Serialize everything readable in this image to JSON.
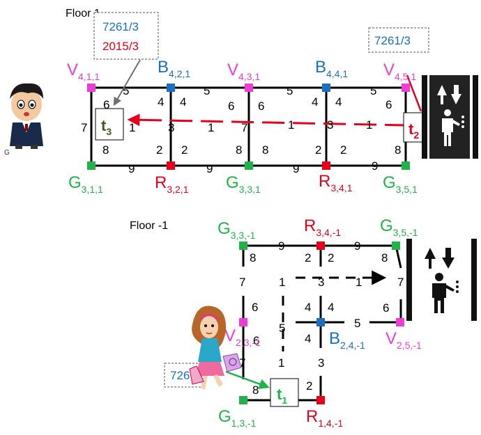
{
  "colors": {
    "V": "#ee3cd6",
    "B": "#1a6fc0",
    "G": "#1fb34a",
    "R": "#e8001a",
    "task1": "#1fb34a",
    "task2": "#e8001a",
    "task3": "#3d5a1e",
    "annot_blue": "#1a6fc0",
    "annot_red": "#e8001a"
  },
  "floors": [
    {
      "label": "Floor 1",
      "nodes": [
        {
          "letter": "V",
          "sub": "4,1,1"
        },
        {
          "letter": "B",
          "sub": "4,2,1"
        },
        {
          "letter": "V",
          "sub": "4,3,1"
        },
        {
          "letter": "B",
          "sub": "4,4,1"
        },
        {
          "letter": "V",
          "sub": "4,5,1"
        },
        {
          "letter": "G",
          "sub": "3,1,1"
        },
        {
          "letter": "R",
          "sub": "3,2,1"
        },
        {
          "letter": "G",
          "sub": "3,3,1"
        },
        {
          "letter": "R",
          "sub": "3,4,1"
        },
        {
          "letter": "G",
          "sub": "3,5,1"
        }
      ],
      "edge_weights": [
        "5",
        "5",
        "5",
        "5",
        "6",
        "4",
        "4",
        "6",
        "6",
        "4",
        "4",
        "6",
        "7",
        "1",
        "3",
        "1",
        "7",
        "1",
        "3",
        "1",
        "8",
        "2",
        "2",
        "8",
        "8",
        "2",
        "2",
        "8",
        "9",
        "9",
        "9",
        "9"
      ]
    },
    {
      "label": "Floor -1",
      "nodes": [
        {
          "letter": "G",
          "sub": "3,3,-1"
        },
        {
          "letter": "R",
          "sub": "3,4,-1"
        },
        {
          "letter": "G",
          "sub": "3,5,-1"
        },
        {
          "letter": "V",
          "sub": "2,3,-1"
        },
        {
          "letter": "B",
          "sub": "2,4,-1"
        },
        {
          "letter": "V",
          "sub": "2,5,-1"
        },
        {
          "letter": "G",
          "sub": "1,3,-1"
        },
        {
          "letter": "R",
          "sub": "1,4,-1"
        }
      ],
      "edge_weights": [
        "9",
        "9",
        "8",
        "2",
        "2",
        "8",
        "7",
        "1",
        "3",
        "1",
        "7",
        "6",
        "4",
        "4",
        "5",
        "6",
        "6",
        "5",
        "4",
        "3",
        "7",
        "1",
        "8",
        "2"
      ]
    }
  ],
  "tasks": [
    {
      "label": "t",
      "sub": "1"
    },
    {
      "label": "t",
      "sub": "2"
    },
    {
      "label": "t",
      "sub": "3"
    }
  ],
  "annotations": [
    {
      "lines": [
        "7261/3",
        "2015/3"
      ]
    },
    {
      "lines": [
        "7261/3"
      ]
    },
    {
      "lines": [
        "726"
      ]
    }
  ],
  "misc": {
    "robot_caption": "G",
    "elevator_icon": "elevator-icon",
    "robot_icon": "robot-boy-icon",
    "girl_icon": "girl-with-bags-icon"
  }
}
